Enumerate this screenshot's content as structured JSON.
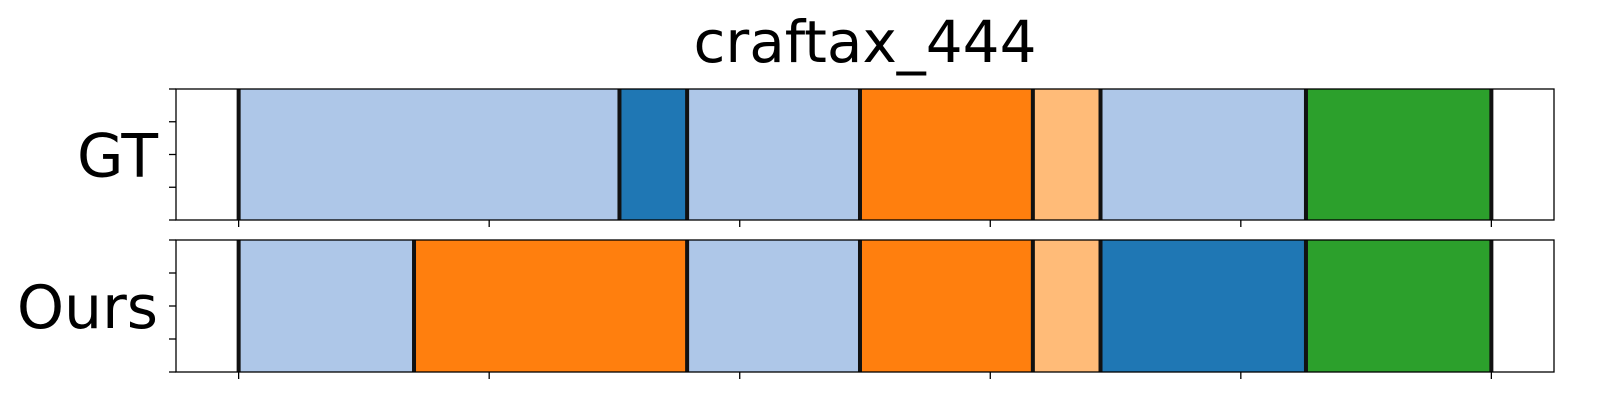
{
  "chart_data": {
    "type": "bar",
    "title": "craftax_444",
    "rows": [
      "GT",
      "Ours"
    ],
    "xlim": [
      0,
      55
    ],
    "x_ticks": [
      2.5,
      12.5,
      22.5,
      32.5,
      42.5,
      52.5
    ],
    "y_ticks_per_row": 5,
    "series": [
      {
        "name": "GT",
        "segments": [
          {
            "start": 2.5,
            "end": 17.7,
            "color": "#aec7e8"
          },
          {
            "start": 17.7,
            "end": 20.4,
            "color": "#1f77b4"
          },
          {
            "start": 20.4,
            "end": 27.3,
            "color": "#aec7e8"
          },
          {
            "start": 27.3,
            "end": 34.2,
            "color": "#ff7f0e"
          },
          {
            "start": 34.2,
            "end": 36.9,
            "color": "#ffbb78"
          },
          {
            "start": 36.9,
            "end": 45.1,
            "color": "#aec7e8"
          },
          {
            "start": 45.1,
            "end": 52.5,
            "color": "#2ca02c"
          }
        ]
      },
      {
        "name": "Ours",
        "segments": [
          {
            "start": 2.5,
            "end": 9.5,
            "color": "#aec7e8"
          },
          {
            "start": 9.5,
            "end": 20.4,
            "color": "#ff7f0e"
          },
          {
            "start": 20.4,
            "end": 27.3,
            "color": "#aec7e8"
          },
          {
            "start": 27.3,
            "end": 34.2,
            "color": "#ff7f0e"
          },
          {
            "start": 34.2,
            "end": 36.9,
            "color": "#ffbb78"
          },
          {
            "start": 36.9,
            "end": 45.1,
            "color": "#1f77b4"
          },
          {
            "start": 45.1,
            "end": 52.5,
            "color": "#2ca02c"
          }
        ]
      }
    ]
  }
}
